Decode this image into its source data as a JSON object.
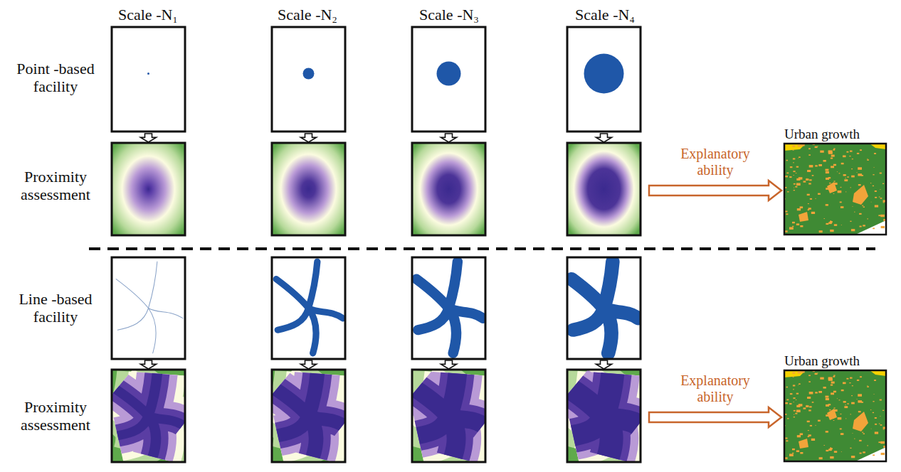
{
  "diagram": {
    "nodes": [
      {
        "text": [
          "Urban growth"
        ]
      },
      {
        "text": [
          "Urban growth"
        ]
      }
    ],
    "labels": [
      "Scale -N₁",
      "Scale -N₂",
      "Scale -N₃",
      "Scale -N₄",
      "Point -based facility",
      "Proximity assessment",
      "Explanatory ability",
      "Line -based facility",
      "Proximity assessment",
      "Explanatory ability"
    ]
  }
}
